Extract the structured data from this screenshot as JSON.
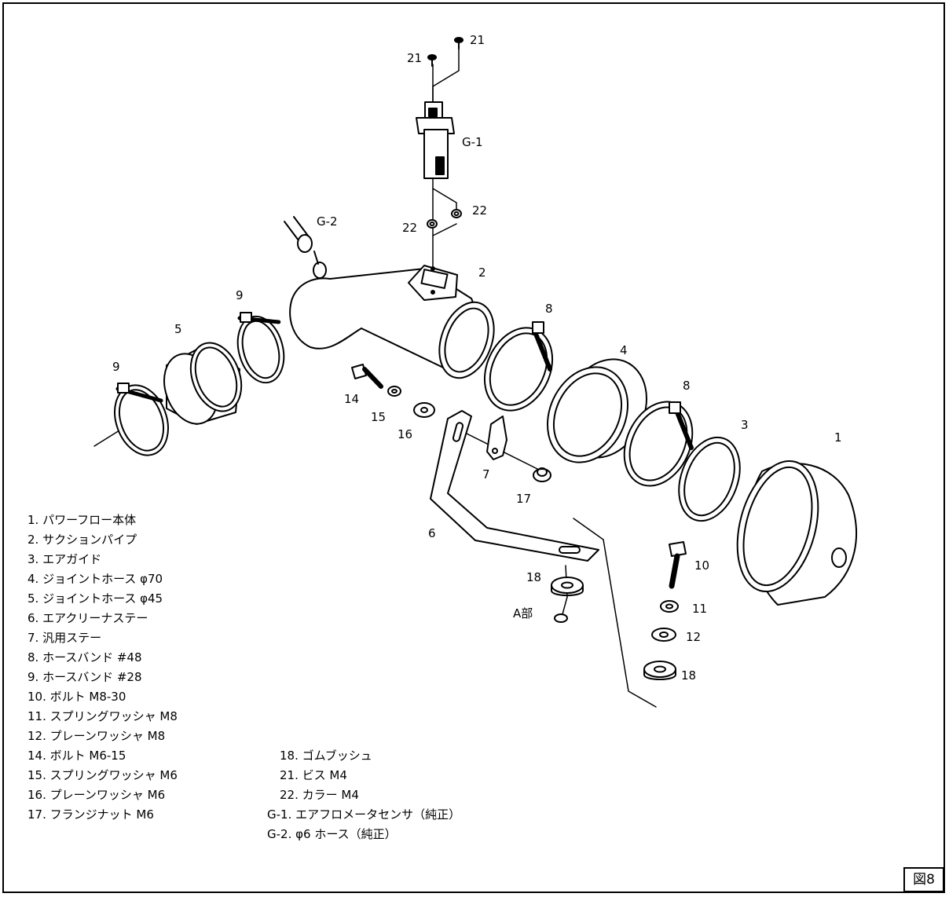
{
  "callouts": {
    "c21a": "21",
    "c21b": "21",
    "cG1": "G-1",
    "c22a": "22",
    "c22b": "22",
    "cG2": "G-2",
    "c2": "2",
    "c9a": "9",
    "c5": "5",
    "c9b": "9",
    "c8a": "8",
    "c4": "4",
    "c8b": "8",
    "c3": "3",
    "c1": "1",
    "c14": "14",
    "c15": "15",
    "c16": "16",
    "c7": "7",
    "c17": "17",
    "c6": "6",
    "c10": "10",
    "c18a": "18",
    "cA": "A部",
    "c11": "11",
    "c12": "12",
    "c18b": "18"
  },
  "legend_left": [
    "1. パワーフロー本体",
    "2. サクションパイプ",
    "3. エアガイド",
    "4. ジョイントホース φ70",
    "5. ジョイントホース φ45",
    "6. エアクリーナステー",
    "7. 汎用ステー",
    "8. ホースバンド #48",
    "9. ホースバンド #28",
    "10. ボルト M8-30",
    "11. スプリングワッシャ M8",
    "12. プレーンワッシャ M8",
    "14. ボルト M6-15",
    "15. スプリングワッシャ M6",
    "16. プレーンワッシャ M6",
    "17. フランジナット M6"
  ],
  "legend_right": [
    "18. ゴムブッシュ",
    "21. ビス M4",
    "22. カラー M4",
    "G-1. エアフロメータセンサ（純正）",
    "G-2. φ6 ホース（純正）"
  ],
  "figure_label": "図8",
  "icons": {
    "drawing": "exploded-parts-diagram"
  }
}
